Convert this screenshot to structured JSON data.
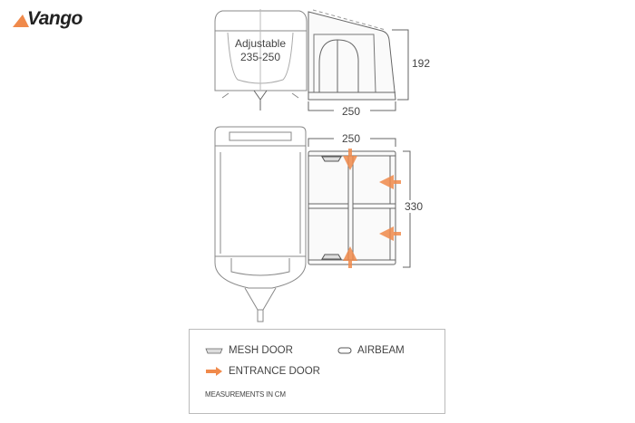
{
  "brand": {
    "name": "Vango",
    "accent": "#f08a4b"
  },
  "side_view": {
    "caravan_label_line1": "Adjustable",
    "caravan_label_line2": "235-250",
    "height": "192",
    "depth": "250"
  },
  "plan_view": {
    "depth": "250",
    "width": "330"
  },
  "legend": {
    "mesh_door": "MESH DOOR",
    "airbeam": "AIRBEAM",
    "entrance_door": "ENTRANCE DOOR",
    "note": "MEASUREMENTS IN CM"
  }
}
